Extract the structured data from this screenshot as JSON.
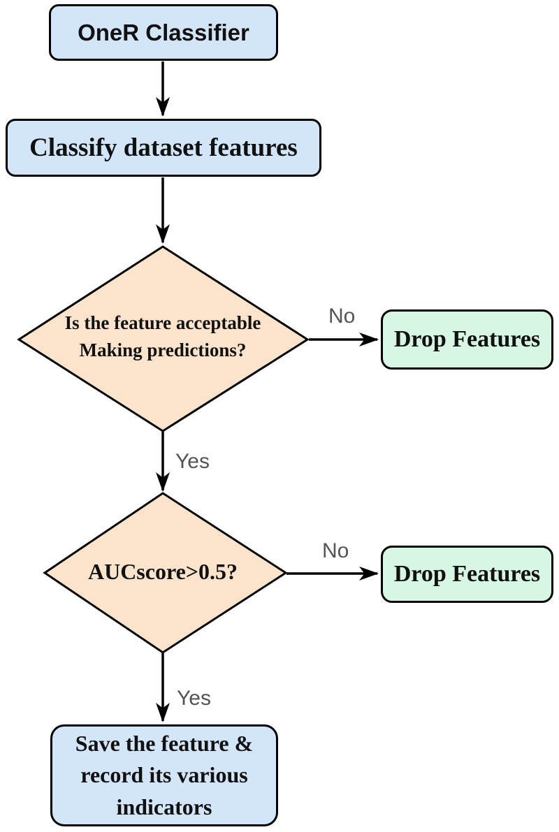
{
  "nodes": {
    "oner": {
      "label": "OneR Classifier"
    },
    "classify": {
      "label": "Classify dataset features"
    },
    "decision1": {
      "line1": "Is the feature acceptable",
      "line2": "Making predictions?"
    },
    "drop1": {
      "label": "Drop Features"
    },
    "decision2": {
      "label": "AUCscore>0.5?"
    },
    "drop2": {
      "label": "Drop Features"
    },
    "save": {
      "label": "Save the feature & record its various indicators"
    }
  },
  "edge_labels": {
    "no1": "No",
    "yes1": "Yes",
    "no2": "No",
    "yes2": "Yes"
  },
  "colors": {
    "process_fill": "#d3e6f9",
    "decision_fill": "#fce4cc",
    "terminal_fill": "#d8f6e4",
    "stroke": "#000000",
    "edge_label_color": "#545454"
  }
}
